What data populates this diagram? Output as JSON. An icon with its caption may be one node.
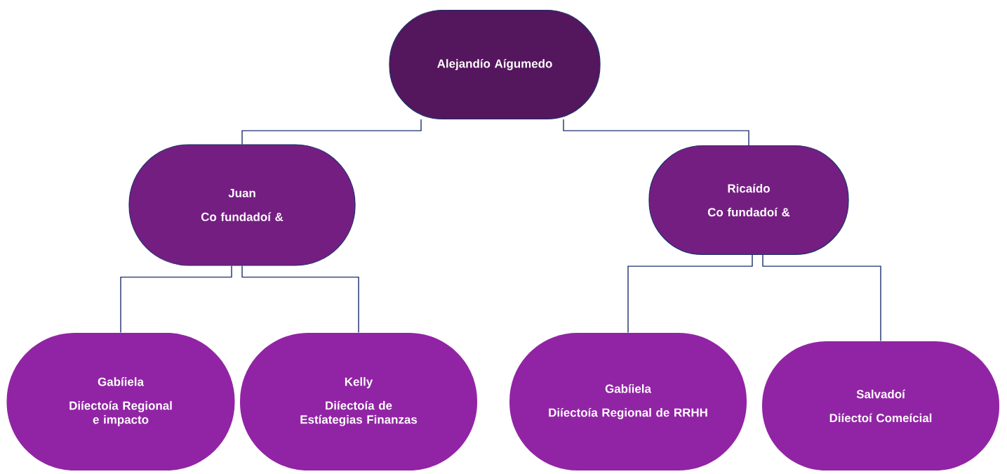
{
  "diagram": {
    "nodes": [
      {
        "text": [
          "Alejandío Aígumedo"
        ]
      },
      {
        "text": [
          "Juan",
          "Co fundadoí &"
        ]
      },
      {
        "text": [
          "Ricaído",
          "Co fundadoí &"
        ]
      },
      {
        "text": [
          "Gabíiela",
          "Diíectoía Regional e impacto"
        ]
      },
      {
        "text": [
          "Kelly",
          "Diíectoía de Estíategias Finanzas"
        ]
      },
      {
        "text": [
          "Gabíiela",
          "Diíectoía Regional de RRHH"
        ]
      },
      {
        "text": [
          "Salvadoí",
          "Diíectoí Comeícial"
        ]
      }
    ],
    "edges": [
      {
        "from": 0,
        "to": 1,
        "arrow": "none"
      },
      {
        "from": 0,
        "to": 2,
        "arrow": "none"
      },
      {
        "from": 1,
        "to": 3,
        "arrow": "none"
      },
      {
        "from": 1,
        "to": 4,
        "arrow": "none"
      },
      {
        "from": 2,
        "to": 5,
        "arrow": "none"
      },
      {
        "from": 2,
        "to": 6,
        "arrow": "none"
      }
    ]
  }
}
